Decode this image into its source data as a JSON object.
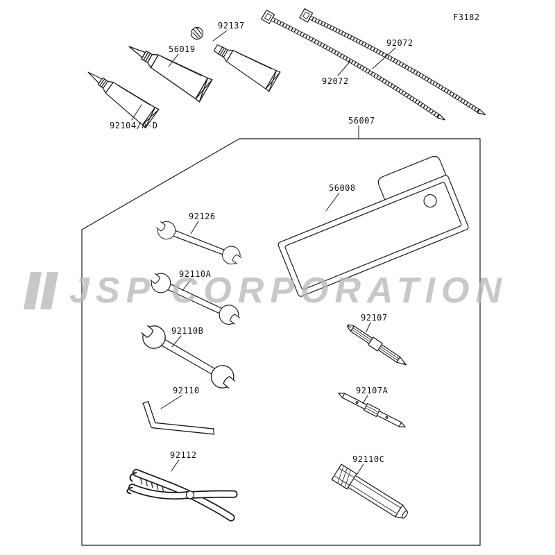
{
  "figure": {
    "code": "F3182"
  },
  "watermark": {
    "text": "JSP CORPORATION"
  },
  "colors": {
    "background": "#ffffff",
    "line": "#1a1a1a",
    "watermark": "#b9b9b9"
  },
  "parts": {
    "tube_a": {
      "label": "92104/A-D",
      "name": "tube"
    },
    "tube_b": {
      "label": "56019",
      "name": "tube"
    },
    "tube_capped": {
      "label": "92137",
      "name": "capped tube"
    },
    "cable_tie_1": {
      "label": "92072",
      "name": "cable tie"
    },
    "cable_tie_2": {
      "label": "92072",
      "name": "cable tie"
    },
    "tool_case": {
      "label": "56007",
      "name": "tool kit group"
    },
    "tool_bag": {
      "label": "56008",
      "name": "tool pouch"
    },
    "wrench_1": {
      "label": "92126",
      "name": "open-end wrench"
    },
    "wrench_2": {
      "label": "92110A",
      "name": "open-end wrench"
    },
    "wrench_3": {
      "label": "92110B",
      "name": "open-end wrench"
    },
    "hex_key": {
      "label": "92110",
      "name": "hex key"
    },
    "pliers": {
      "label": "92112",
      "name": "pliers"
    },
    "driver": {
      "label": "92107",
      "name": "driver bit"
    },
    "driver_a": {
      "label": "92107A",
      "name": "driver bit"
    },
    "socket": {
      "label": "92110C",
      "name": "socket tool"
    }
  }
}
